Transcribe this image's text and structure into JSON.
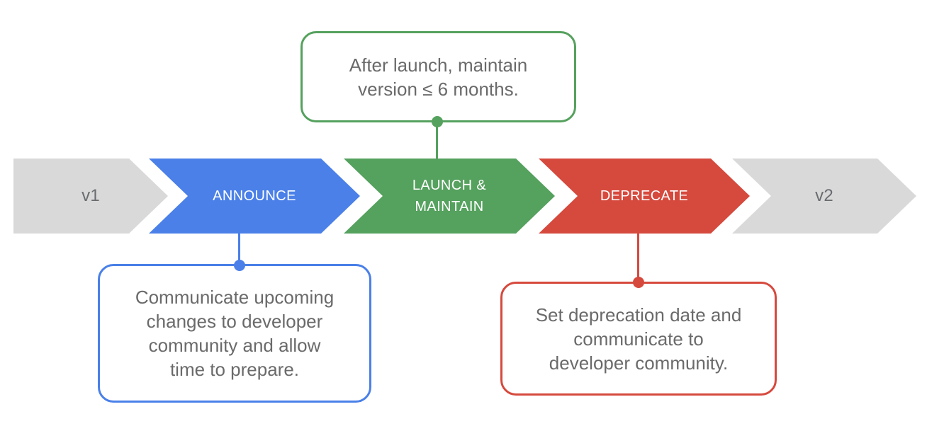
{
  "colors": {
    "blue": "#4a80e8",
    "green": "#55a15e",
    "red": "#d6493d",
    "gray": "#d9d9d9",
    "stage_text_white": "#ffffff",
    "stage_text_gray": "#696c6f",
    "callout_text_gray": "#6a6a6a",
    "background": "#ffffff"
  },
  "timeline": {
    "stages": [
      {
        "label": "v1"
      },
      {
        "label": "ANNOUNCE"
      },
      {
        "label": "LAUNCH &\nMAINTAIN"
      },
      {
        "label": "DEPRECATE"
      },
      {
        "label": "v2"
      }
    ]
  },
  "callouts": {
    "launch": {
      "text": "After launch, maintain\nversion ≤ 6 months."
    },
    "announce": {
      "text": "Communicate upcoming\nchanges to developer\ncommunity and allow\ntime to prepare."
    },
    "deprecate": {
      "text": "Set deprecation date and\ncommunicate to\ndeveloper community."
    }
  }
}
